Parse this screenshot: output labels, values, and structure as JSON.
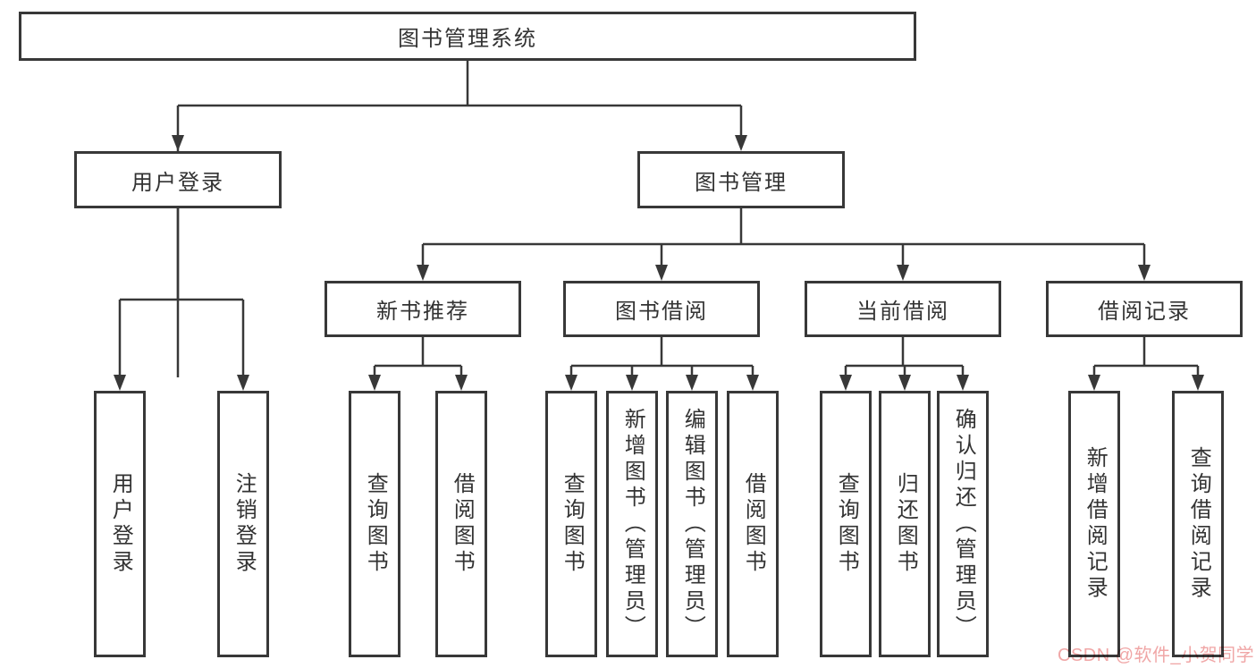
{
  "root": {
    "label": "图书管理系统"
  },
  "level2": {
    "user_login": {
      "label": "用户登录"
    },
    "book_mgmt": {
      "label": "图书管理"
    }
  },
  "level3": {
    "new_book_rec": {
      "label": "新书推荐"
    },
    "book_borrow": {
      "label": "图书借阅"
    },
    "current_borrow": {
      "label": "当前借阅"
    },
    "borrow_records": {
      "label": "借阅记录"
    }
  },
  "leaves": {
    "user_login": {
      "label": "用户登录"
    },
    "logout": {
      "label": "注销登录"
    },
    "query_books_rec": {
      "label": "查询图书"
    },
    "borrow_books_rec": {
      "label": "借阅图书"
    },
    "query_books_borrow": {
      "label": "查询图书"
    },
    "add_books_admin": {
      "label": "新增图书（管理员）"
    },
    "edit_books_admin": {
      "label": "编辑图书（管理员）"
    },
    "borrow_books_borrow": {
      "label": "借阅图书"
    },
    "query_books_current": {
      "label": "查询图书"
    },
    "return_books": {
      "label": "归还图书"
    },
    "confirm_return_admin": {
      "label": "确认归还（管理员）"
    },
    "add_borrow_record": {
      "label": "新增借阅记录"
    },
    "query_borrow_record": {
      "label": "查询借阅记录"
    }
  },
  "watermark": {
    "text": "CSDN @软件_小贺同学"
  },
  "colors": {
    "line": "#383838",
    "text": "#333333",
    "watermark": "#f0a6a6",
    "background": "#ffffff"
  }
}
